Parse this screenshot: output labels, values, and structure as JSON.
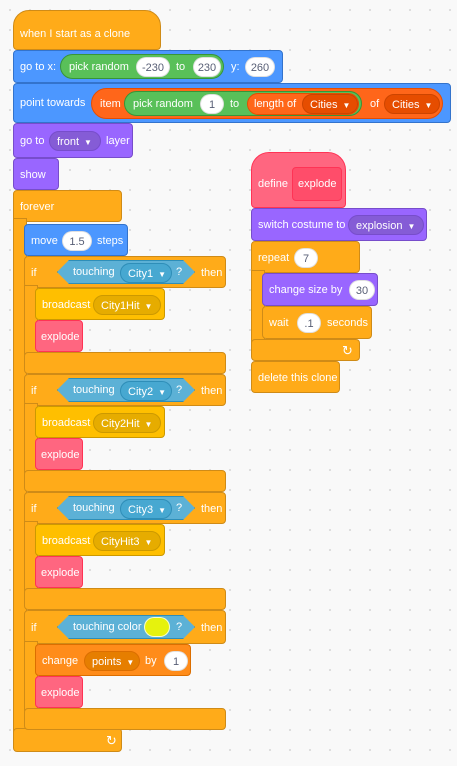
{
  "script_main": {
    "hat_label": "when I start as a clone",
    "goto": {
      "label": "go to x:",
      "pick_random_label": "pick random",
      "from": "-230",
      "to_label": "to",
      "to": "230",
      "y_label": "y:",
      "y": "260"
    },
    "point_towards": {
      "label": "point towards",
      "item_label": "item",
      "pick_random_label": "pick random",
      "from": "1",
      "to_label": "to",
      "length_of_label": "length of",
      "list1": "Cities",
      "of_label": "of",
      "list2": "Cities"
    },
    "goto_layer": {
      "label": "go to",
      "layer": "front",
      "layer_label": "layer"
    },
    "show_label": "show",
    "forever_label": "forever",
    "move": {
      "label": "move",
      "steps": "1.5",
      "steps_label": "steps"
    },
    "if_label": "if",
    "then_label": "then",
    "touching_label": "touching",
    "question_mark": "?",
    "broadcast_label": "broadcast",
    "explode_label": "explode",
    "if_blocks": [
      {
        "target": "City1",
        "message": "City1Hit"
      },
      {
        "target": "City2",
        "message": "City2Hit"
      },
      {
        "target": "City3",
        "message": "CityHit3"
      }
    ],
    "if_color": {
      "touching_color_label": "touching color",
      "color": "#e6f20d",
      "change_label": "change",
      "variable": "points",
      "by_label": "by",
      "by": "1"
    }
  },
  "script_define": {
    "define_label": "define",
    "name": "explode",
    "switch_costume": {
      "label": "switch costume to",
      "costume": "explosion"
    },
    "repeat": {
      "label": "repeat",
      "times": "7"
    },
    "change_size": {
      "label": "change size by",
      "value": "30"
    },
    "wait": {
      "label": "wait",
      "value": ".1",
      "unit_label": "seconds"
    },
    "delete_label": "delete this clone"
  },
  "icons": {
    "loop": "loop-arrow-icon",
    "dropdown": "dropdown-arrow-icon"
  },
  "colors": {
    "control": "#ffab19",
    "events": "#ffbf00",
    "motion": "#4c97ff",
    "looks": "#9966ff",
    "operators": "#59c059",
    "variables": "#ff8c1a",
    "lists": "#ff661a",
    "sensing": "#5cb1d6",
    "custom": "#ff6680"
  }
}
